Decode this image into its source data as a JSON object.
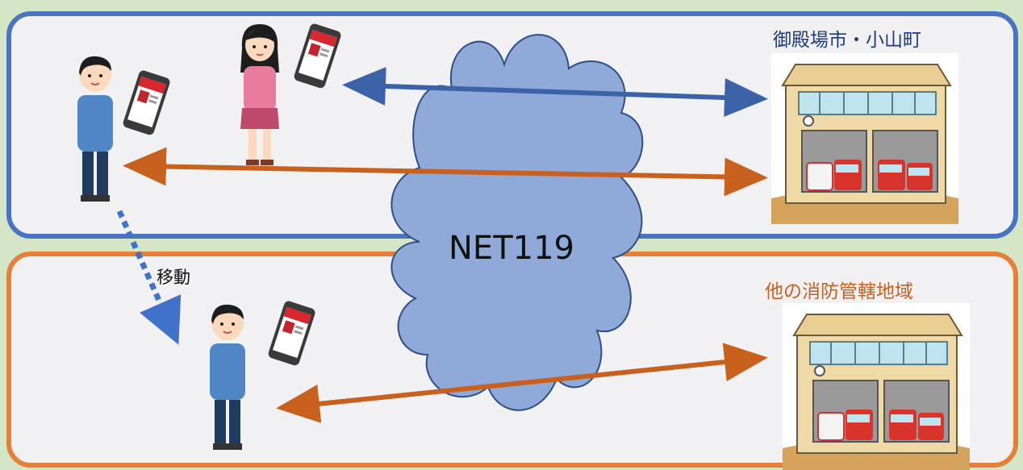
{
  "labels": {
    "top_region": "御殿場市・小山町",
    "bottom_region": "他の消防管轄地域",
    "move": "移動",
    "network": "NET119"
  },
  "colors": {
    "top_border": "#4a74c2",
    "bottom_border": "#e4803a",
    "arrow_blue": "#3c63a8",
    "arrow_orange": "#c8601e",
    "cloud": "#8fa9d9",
    "background": "#d4e6c6"
  },
  "icons": {
    "people": [
      "man-icon",
      "woman-icon",
      "man-icon"
    ],
    "devices": [
      "smartphone-icon"
    ],
    "buildings": [
      "fire-station-icon"
    ]
  }
}
